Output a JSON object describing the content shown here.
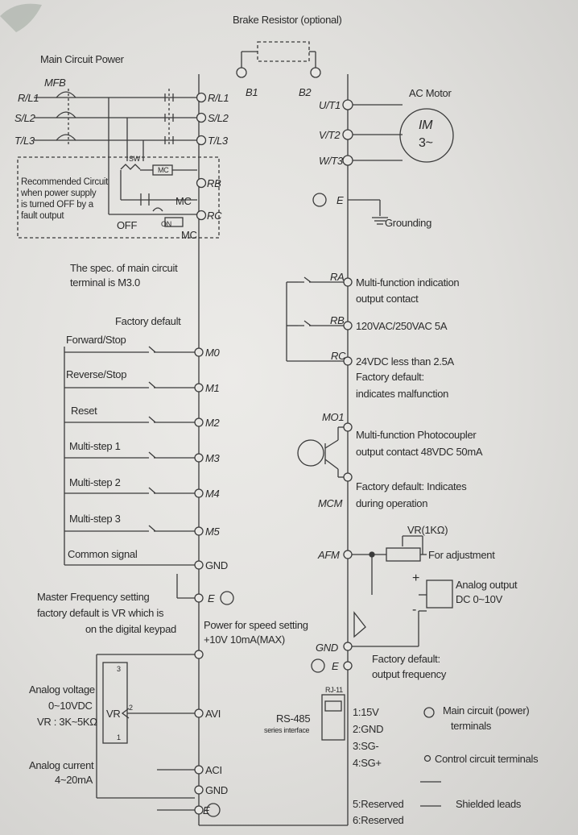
{
  "top": {
    "brake_resistor": "Brake Resistor (optional)",
    "b1": "B1",
    "b2": "B2"
  },
  "power": {
    "title": "Main Circuit Power",
    "mfb": "MFB",
    "inputs": [
      "R/L1",
      "S/L2",
      "T/L3"
    ],
    "terminals": [
      "R/L1",
      "S/L2",
      "T/L3"
    ]
  },
  "motor": {
    "title": "AC Motor",
    "terminals": [
      "U/T1",
      "V/T2",
      "W/T3"
    ],
    "symbol": "IM",
    "phase": "3~",
    "ground_terminal": "E",
    "grounding": "Grounding"
  },
  "recommended": {
    "text": [
      "Recommended Circuit",
      "when power supply",
      "is turned OFF by a",
      "fault output"
    ],
    "sw": "SW",
    "mc": "MC",
    "mc2": "MC",
    "off": "OFF",
    "on": "ON",
    "rb": "RB",
    "rc": "RC"
  },
  "spec": {
    "line1": "The spec. of main circuit",
    "line2": "terminal is M3.0"
  },
  "inputs": {
    "factory_default": "Factory default",
    "items": [
      {
        "label": "Forward/Stop",
        "terminal": "M0"
      },
      {
        "label": "Reverse/Stop",
        "terminal": "M1"
      },
      {
        "label": "Reset",
        "terminal": "M2"
      },
      {
        "label": "Multi-step 1",
        "terminal": "M3"
      },
      {
        "label": "Multi-step 2",
        "terminal": "M4"
      },
      {
        "label": "Multi-step 3",
        "terminal": "M5"
      },
      {
        "label": "Common signal",
        "terminal": "GND"
      }
    ],
    "e": "E"
  },
  "master": {
    "lines": [
      "Master Frequency setting",
      "factory default is VR which is",
      "on the digital keypad"
    ]
  },
  "speed": {
    "lines": [
      "Power for speed setting",
      "+10V 10mA(MAX)"
    ]
  },
  "analog": {
    "voltage": [
      "Analog voltage",
      "0~10VDC",
      "VR : 3K~5KΩ"
    ],
    "current": [
      "Analog current",
      "4~20mA"
    ],
    "vr": "VR",
    "pins": [
      "3",
      "2",
      "1"
    ],
    "terminals": [
      "AVI",
      "ACI",
      "GND",
      "E"
    ]
  },
  "relay": {
    "ra": "RA",
    "rb": "RB",
    "rc": "RC",
    "lines": [
      "Multi-function indication",
      "output contact",
      "120VAC/250VAC 5A",
      "24VDC less than 2.5A",
      "Factory default:",
      "indicates malfunction"
    ]
  },
  "photo": {
    "mo1": "MO1",
    "mcm": "MCM",
    "lines": [
      "Multi-function Photocoupler",
      "output contact 48VDC 50mA",
      "Factory default: Indicates",
      "during operation"
    ]
  },
  "afm": {
    "terminal": "AFM",
    "vr": "VR(1KΩ)",
    "adjust": "For adjustment",
    "plus": "+",
    "minus": "-",
    "analog_output": [
      "Analog output",
      "DC 0~10V"
    ],
    "gnd": "GND",
    "e": "E",
    "default": [
      "Factory default:",
      "output frequency"
    ]
  },
  "rs485": {
    "label": [
      "RS-485",
      "series interface"
    ],
    "connector": "RJ-11",
    "pins": [
      "1:15V",
      "2:GND",
      "3:SG-",
      "4:SG+",
      "5:Reserved",
      "6:Reserved"
    ]
  },
  "legend": {
    "main": [
      "Main circuit (power)",
      "terminals"
    ],
    "control": "Control circuit terminals",
    "shielded": "Shielded leads"
  }
}
